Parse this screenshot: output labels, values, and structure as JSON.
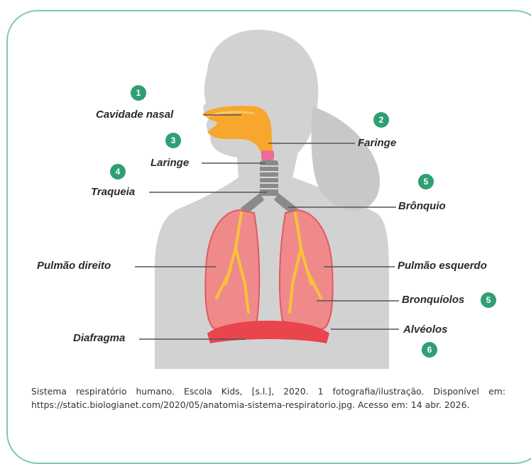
{
  "labels": {
    "cavidade_nasal": "Cavidade nasal",
    "faringe": "Faringe",
    "laringe": "Laringe",
    "traqueia": "Traqueia",
    "bronquio": "Brônquio",
    "pulmao_direito": "Pulmão direito",
    "pulmao_esquerdo": "Pulmão esquerdo",
    "bronquiolos": "Bronquíolos",
    "diafragma": "Diafragma",
    "alveolos": "Alvéolos"
  },
  "badges": {
    "cavidade_nasal": "1",
    "faringe": "2",
    "laringe": "3",
    "traqueia": "4",
    "bronquio": "5",
    "bronquiolos": "5",
    "alveolos": "6"
  },
  "caption": "Sistema respiratório humano. Escola Kids, [s.l.], 2020. 1 fotografia/ilustração. Disponível em: https://static.biologianet.com/2020/05/anatomia-sistema-respiratorio.jpg. Acesso em: 14 abr. 2026.",
  "colors": {
    "frame": "#7cc9b0",
    "badge": "#2f9f74",
    "silhouette": "#cfcfcf",
    "lung": "#f08a8a",
    "airway": "#f7b53b",
    "diaphragm": "#e8454c"
  }
}
